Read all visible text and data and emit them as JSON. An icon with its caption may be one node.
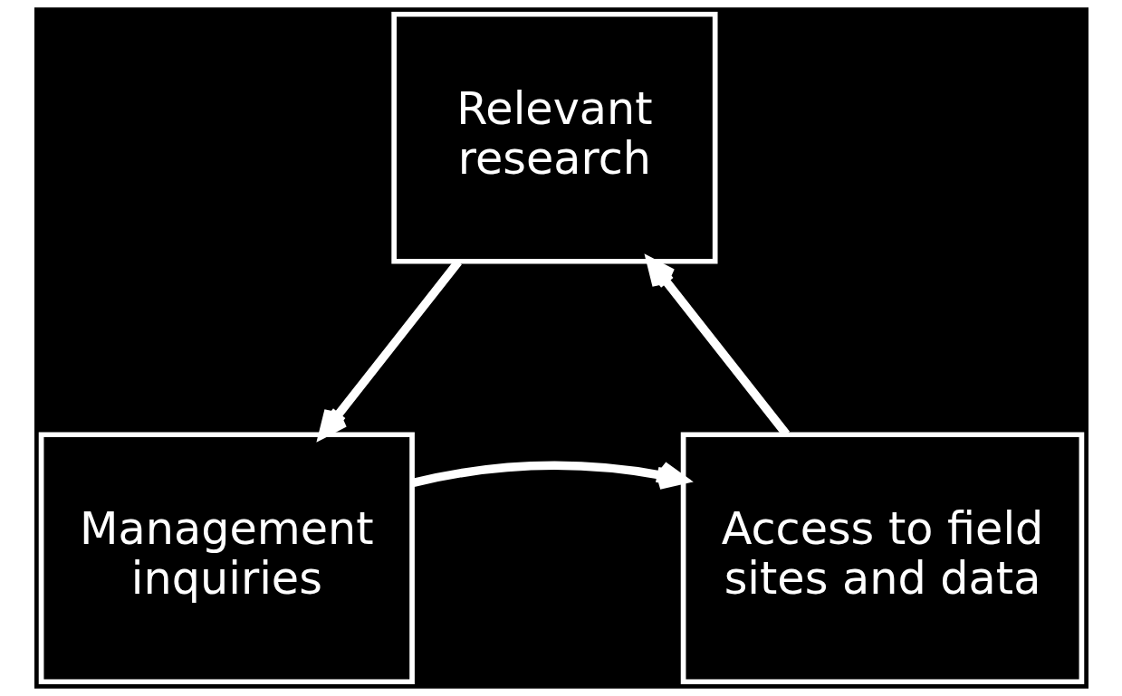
{
  "diagram": {
    "nodes": [
      {
        "text": [
          "Relevant research"
        ]
      },
      {
        "text": [
          "Management inquiries"
        ]
      },
      {
        "text": [
          "Access to field sites and data"
        ]
      }
    ],
    "edges": [
      {
        "from": 0,
        "to": 1,
        "arrow": "to"
      },
      {
        "from": 1,
        "to": 2,
        "arrow": "to"
      },
      {
        "from": 2,
        "to": 0,
        "arrow": "to"
      }
    ]
  }
}
